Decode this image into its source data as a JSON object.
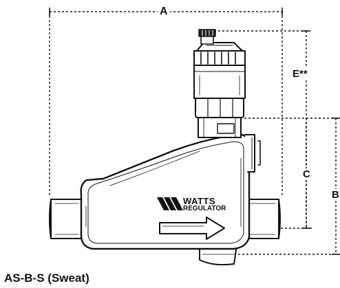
{
  "dimensions": {
    "a": "A",
    "b": "B",
    "c": "C",
    "e": "E**"
  },
  "brand": {
    "line1": "WATTS",
    "line2": "REGULATOR"
  },
  "caption": "AS-B-S (Sweat)",
  "colors": {
    "ink": "#111111",
    "body_fill": "#ffffff"
  }
}
